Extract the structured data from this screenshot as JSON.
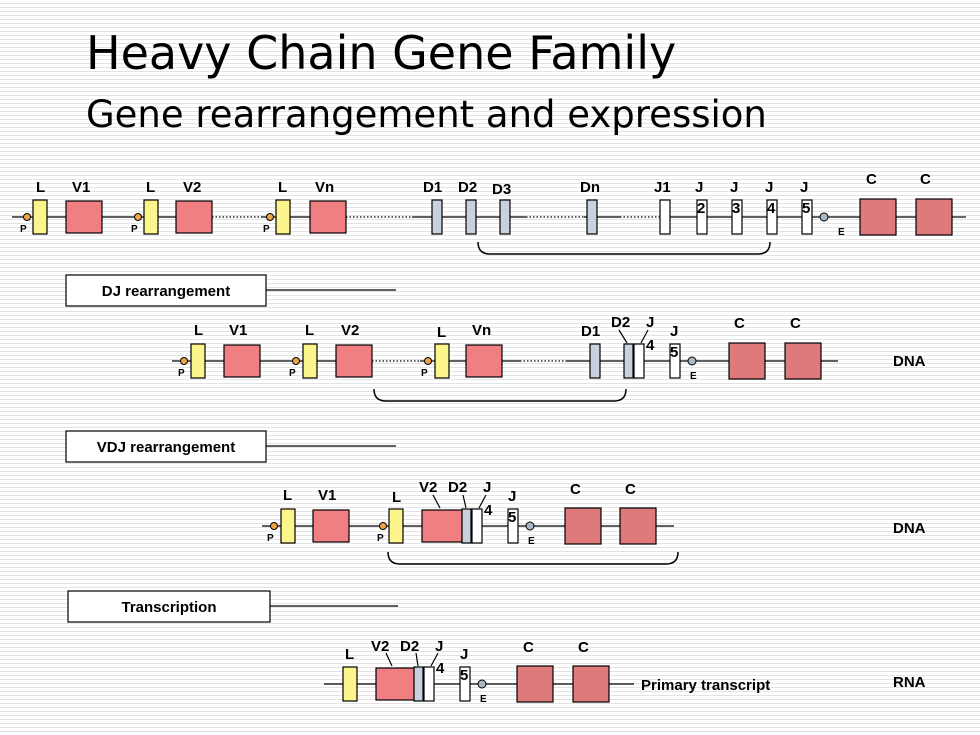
{
  "slide": {
    "title": "Heavy Chain Gene Family",
    "subtitle": "Gene rearrangement and expression"
  },
  "labels": {
    "leader": "L",
    "v1": "V1",
    "v2": "V2",
    "vn": "Vn",
    "d1": "D1",
    "d2": "D2",
    "d3": "D3",
    "dn": "Dn",
    "j": "J",
    "j1": "J1",
    "num2": "2",
    "num3": "3",
    "num4": "4",
    "num5": "5",
    "c": "C",
    "promoter": "P",
    "enhancer": "E"
  },
  "steps": {
    "dj": "DJ rearrangement",
    "vdj": "VDJ rearrangement",
    "transcription": "Transcription"
  },
  "side_labels": {
    "dna": "DNA",
    "rna": "RNA",
    "primary": "Primary transcript"
  }
}
